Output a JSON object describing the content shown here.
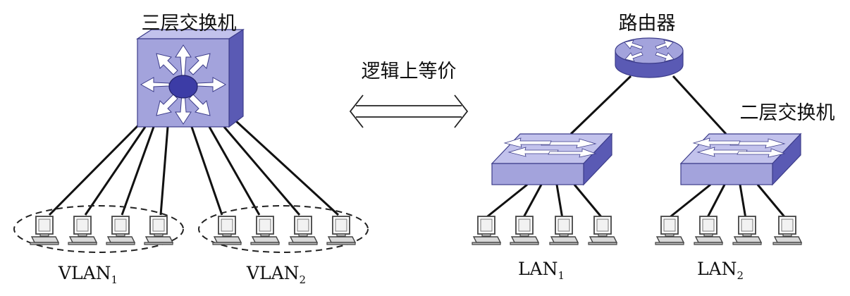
{
  "left": {
    "switch_label": "三层交换机",
    "groups": [
      {
        "name": "VLAN",
        "sub": "1"
      },
      {
        "name": "VLAN",
        "sub": "2"
      }
    ]
  },
  "center": {
    "label": "逻辑上等价"
  },
  "right": {
    "router_label": "路由器",
    "switch_label": "二层交换机",
    "groups": [
      {
        "name": "LAN",
        "sub": "1"
      },
      {
        "name": "LAN",
        "sub": "2"
      }
    ]
  },
  "colors": {
    "device_face": "#a3a3dc",
    "device_side": "#5a5ab4",
    "device_top": "#c2c2ec",
    "hub": "#3c3ca6",
    "line": "#111111"
  },
  "icons": [
    "l3-switch-icon",
    "router-icon",
    "l2-switch-icon",
    "pc-icon",
    "double-arrow-icon"
  ]
}
